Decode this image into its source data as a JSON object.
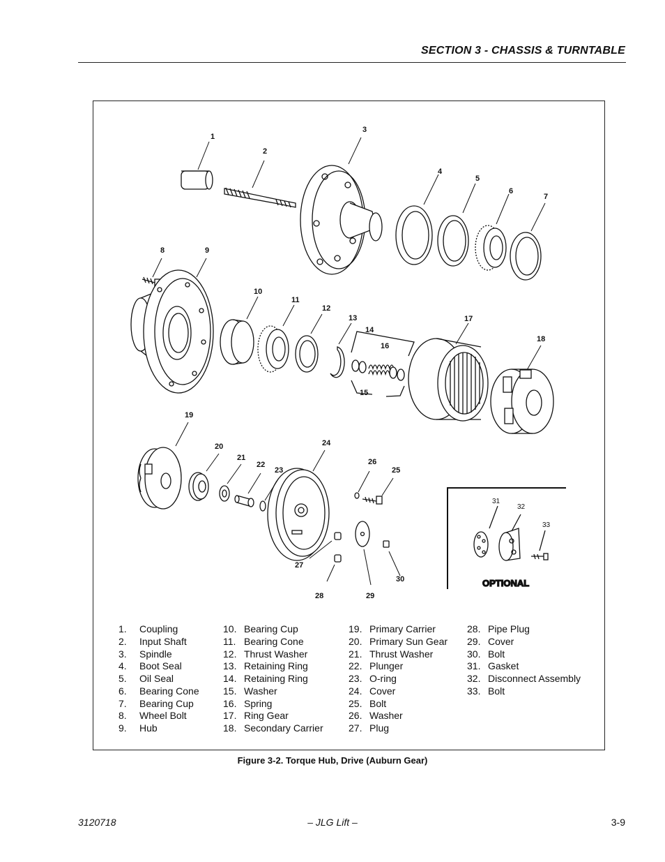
{
  "header": {
    "section_title": "SECTION 3 - CHASSIS & TURNTABLE"
  },
  "figure": {
    "callouts": [
      "1",
      "2",
      "3",
      "4",
      "5",
      "6",
      "7",
      "8",
      "9",
      "10",
      "11",
      "12",
      "13",
      "14",
      "15",
      "16",
      "17",
      "18",
      "19",
      "20",
      "21",
      "22",
      "23",
      "24",
      "25",
      "26",
      "27",
      "28",
      "29",
      "30",
      "31",
      "32",
      "33"
    ],
    "optional_label": "OPTIONAL",
    "legend_columns": [
      [
        {
          "num": "1.",
          "name": "Coupling"
        },
        {
          "num": "2.",
          "name": "Input Shaft"
        },
        {
          "num": "3.",
          "name": "Spindle"
        },
        {
          "num": "4.",
          "name": "Boot Seal"
        },
        {
          "num": "5.",
          "name": "Oil Seal"
        },
        {
          "num": "6.",
          "name": "Bearing Cone"
        },
        {
          "num": "7.",
          "name": "Bearing Cup"
        },
        {
          "num": "8.",
          "name": "Wheel Bolt"
        },
        {
          "num": "9.",
          "name": "Hub"
        }
      ],
      [
        {
          "num": "10.",
          "name": "Bearing Cup"
        },
        {
          "num": "11.",
          "name": "Bearing Cone"
        },
        {
          "num": "12.",
          "name": "Thrust Washer"
        },
        {
          "num": "13.",
          "name": "Retaining Ring"
        },
        {
          "num": "14.",
          "name": "Retaining Ring"
        },
        {
          "num": "15.",
          "name": "Washer"
        },
        {
          "num": "16.",
          "name": "Spring"
        },
        {
          "num": "17.",
          "name": "Ring Gear"
        },
        {
          "num": "18.",
          "name": "Secondary Carrier"
        }
      ],
      [
        {
          "num": "19.",
          "name": "Primary Carrier"
        },
        {
          "num": "20.",
          "name": "Primary Sun Gear"
        },
        {
          "num": "21.",
          "name": "Thrust Washer"
        },
        {
          "num": "22.",
          "name": "Plunger"
        },
        {
          "num": "23.",
          "name": "O-ring"
        },
        {
          "num": "24.",
          "name": "Cover"
        },
        {
          "num": "25.",
          "name": "Bolt"
        },
        {
          "num": "26.",
          "name": "Washer"
        },
        {
          "num": "27.",
          "name": "Plug"
        }
      ],
      [
        {
          "num": "28.",
          "name": "Pipe Plug"
        },
        {
          "num": "29.",
          "name": "Cover"
        },
        {
          "num": "30.",
          "name": "Bolt"
        },
        {
          "num": "31.",
          "name": "Gasket"
        },
        {
          "num": "32.",
          "name": "Disconnect Assembly"
        },
        {
          "num": "33.",
          "name": "Bolt"
        }
      ]
    ],
    "caption": "Figure 3-2.  Torque Hub, Drive (Auburn Gear)"
  },
  "footer": {
    "doc_number": "3120718",
    "publisher": "– JLG Lift –",
    "page_number": "3-9"
  }
}
